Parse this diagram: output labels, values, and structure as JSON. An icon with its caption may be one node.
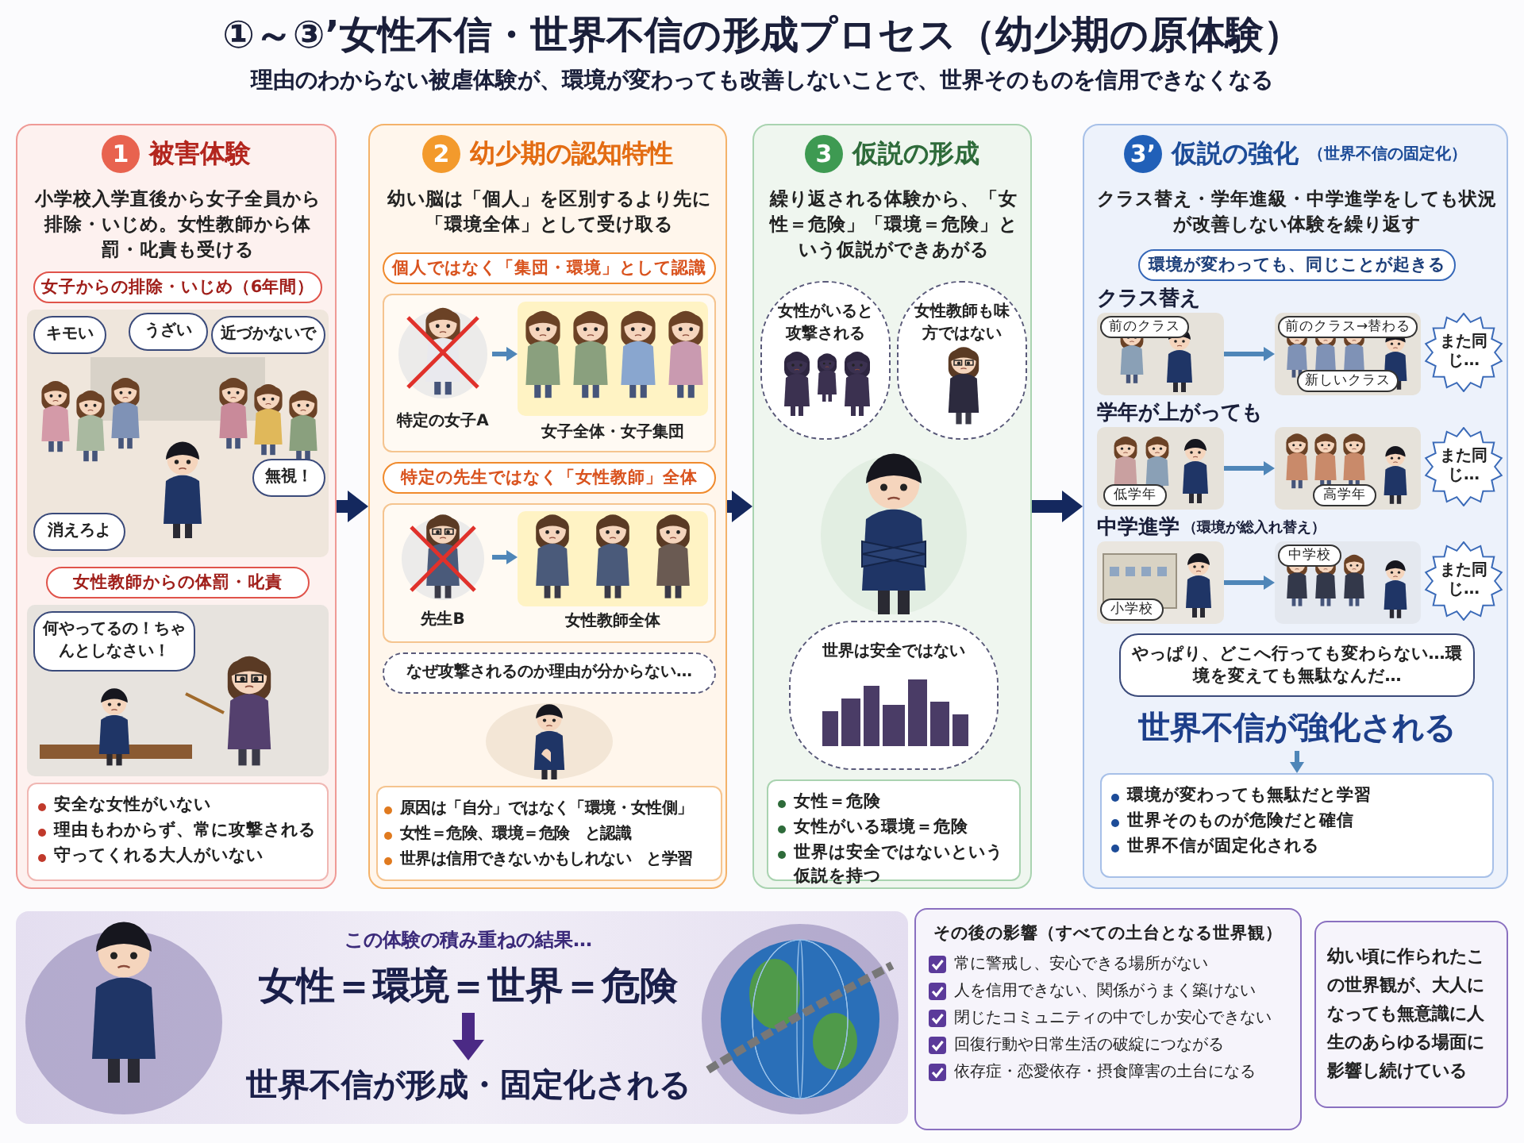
{
  "diagram": {
    "title": "①～③’女性不信・世界不信の形成プロセス（幼少期の原体験）",
    "nodes": [
      {
        "text": [
          "1",
          "被害体験",
          "小学校入学直後から女子全員から排除・いじめ。女性教師から体罰・叱責も受ける"
        ]
      },
      {
        "text": [
          "女子からの排除・いじめ（6年間）"
        ],
        "in": 0
      },
      {
        "text": [],
        "shape": "picture",
        "in": 0
      },
      {
        "text": [
          "キモい"
        ],
        "in": 2
      },
      {
        "text": [
          "うざい"
        ],
        "in": 2
      },
      {
        "text": [
          "近づかないで"
        ],
        "in": 2
      },
      {
        "text": [
          "無視！"
        ],
        "in": 2
      },
      {
        "text": [
          "消えろよ"
        ],
        "in": 2
      },
      {
        "text": [
          "女性教師からの体罰・叱責"
        ],
        "in": 0
      },
      {
        "text": [],
        "shape": "picture",
        "in": 0
      },
      {
        "text": [
          "何やってるの！ちゃんとしなさい！"
        ],
        "in": 9
      },
      {
        "text": [
          "安全な女性がいない",
          "理由もわからず、常に攻撃される",
          "守ってくれる大人がいない"
        ],
        "in": 0
      },
      {
        "text": [
          "2",
          "幼少期の認知特性",
          "幼い脳は「個人」を区別するより先に「環境全体」として受け取る"
        ]
      },
      {
        "text": [
          "個人ではなく「集団・環境」として認識"
        ],
        "in": 12
      },
      {
        "text": [],
        "shape": "box",
        "in": 12
      },
      {
        "text": [],
        "shape": "picture",
        "in": 14,
        "beside": [
          "特定の女子A"
        ]
      },
      {
        "text": [],
        "shape": "picture",
        "in": 14,
        "beside": [
          "女子全体・女子集団"
        ]
      },
      {
        "text": [
          "特定の先生ではなく「女性教師」全体"
        ],
        "in": 12
      },
      {
        "text": [],
        "shape": "box",
        "in": 12
      },
      {
        "text": [],
        "shape": "picture",
        "in": 18,
        "beside": [
          "先生B"
        ]
      },
      {
        "text": [],
        "shape": "picture",
        "in": 18,
        "beside": [
          "女性教師全体"
        ]
      },
      {
        "text": [
          "なぜ攻撃されるのか理由が分からない…"
        ],
        "in": 12
      },
      {
        "text": [],
        "shape": "picture",
        "in": 12
      },
      {
        "text": [
          "原因は「自分」ではなく「環境・女性側」",
          "女性＝危険、環境＝危険　と認識",
          "世界は信用できないかもしれない　と学習"
        ],
        "in": 12
      },
      {
        "text": [
          "3",
          "仮説の形成",
          "繰り返される体験から、「女性＝危険」「環境＝危険」という仮説ができあがる"
        ]
      },
      {
        "text": [
          "女性がいると攻撃される"
        ],
        "in": 24
      },
      {
        "text": [
          "女性教師も味方ではない"
        ],
        "in": 24
      },
      {
        "text": [],
        "shape": "picture",
        "in": 24
      },
      {
        "text": [
          "世界は安全ではない"
        ],
        "in": 24
      },
      {
        "text": [
          "女性＝危険",
          "女性がいる環境＝危険",
          "世界は安全ではないという仮説を持つ"
        ],
        "in": 24
      },
      {
        "text": [
          "3’",
          "仮説の強化",
          "（世界不信の固定化）",
          "クラス替え・学年進級・中学進学をしても状況が改善しない体験を繰り返す"
        ]
      },
      {
        "text": [
          "環境が変わっても、同じことが起きる"
        ],
        "in": 30
      },
      {
        "text": [],
        "shape": "picture",
        "in": 30
      },
      {
        "text": [
          "前のクラス"
        ],
        "in": 32
      },
      {
        "text": [],
        "shape": "picture",
        "in": 30
      },
      {
        "text": [
          "前のクラス→替わる"
        ],
        "in": 34
      },
      {
        "text": [
          "新しいクラス"
        ],
        "in": 34
      },
      {
        "text": [
          "また同じ…"
        ],
        "in": 30
      },
      {
        "text": [],
        "shape": "picture",
        "in": 30
      },
      {
        "text": [
          "低学年"
        ],
        "in": 38
      },
      {
        "text": [],
        "shape": "picture",
        "in": 30
      },
      {
        "text": [
          "高学年"
        ],
        "in": 40
      },
      {
        "text": [
          "また同じ…"
        ],
        "in": 30
      },
      {
        "text": [],
        "shape": "picture",
        "in": 30
      },
      {
        "text": [
          "小学校"
        ],
        "in": 43
      },
      {
        "text": [],
        "shape": "picture",
        "in": 30
      },
      {
        "text": [
          "中学校"
        ],
        "in": 45
      },
      {
        "text": [
          "また同じ…"
        ],
        "in": 30
      },
      {
        "text": [
          "やっぱり、どこへ行っても変わらない…環境を変えても無駄なんだ…"
        ],
        "in": 30
      },
      {
        "text": [
          "世界不信が強化される"
        ],
        "in": 30
      },
      {
        "text": [
          "環境が変わっても無駄だと学習",
          "世界そのものが危険だと確信",
          "世界不信が固定化される"
        ],
        "in": 30
      },
      {
        "text": [
          "この体験の積み重ねの結果…"
        ]
      },
      {
        "text": [
          "女性＝環境＝世界＝危険"
        ],
        "in": 51
      },
      {
        "text": [
          "世界不信が形成・固定化される"
        ],
        "in": 51
      },
      {
        "text": [],
        "shape": "picture",
        "in": 51
      },
      {
        "text": [],
        "shape": "picture",
        "in": 51
      },
      {
        "text": [
          "その後の影響（すべての土台となる世界観）",
          "常に警戒し、安心できる場所がない",
          "人を信用できない、関係がうまく築けない",
          "閉じたコミュニティの中でしか安心できない",
          "回復行動や日常生活の破綻につながる",
          "依存症・恋愛依存・摂食障害の土台になる"
        ]
      },
      {
        "text": [
          "幼い頃に作られたこの世界観が、大人になっても無意識に人生のあらゆる場面に影響し続けている"
        ]
      }
    ],
    "edges": [
      {
        "from": 0,
        "to": 12,
        "arrow": "to",
        "style": "thick",
        "color": "#14285e"
      },
      {
        "from": 12,
        "to": 24,
        "arrow": "to",
        "style": "thick",
        "color": "#14285e"
      },
      {
        "from": 24,
        "to": 30,
        "arrow": "to",
        "style": "thick",
        "color": "#14285e"
      },
      {
        "from": 15,
        "to": 16,
        "arrow": "to"
      },
      {
        "from": 19,
        "to": 20,
        "arrow": "to"
      },
      {
        "from": 32,
        "to": 34,
        "arrow": "to"
      },
      {
        "from": 38,
        "to": 40,
        "arrow": "to"
      },
      {
        "from": 43,
        "to": 45,
        "arrow": "to"
      },
      {
        "from": 49,
        "to": 50,
        "arrow": "to"
      },
      {
        "from": 52,
        "to": 53,
        "arrow": "to",
        "style": "thick",
        "color": "#4b2a85"
      }
    ],
    "labels": [
      "理由のわからない被虐体験が、環境が変わっても改善しないことで、世界そのものを信用できなくなる",
      "クラス替え",
      "学年が上がっても",
      "中学進学",
      "（環境が総入れ替え）"
    ]
  }
}
